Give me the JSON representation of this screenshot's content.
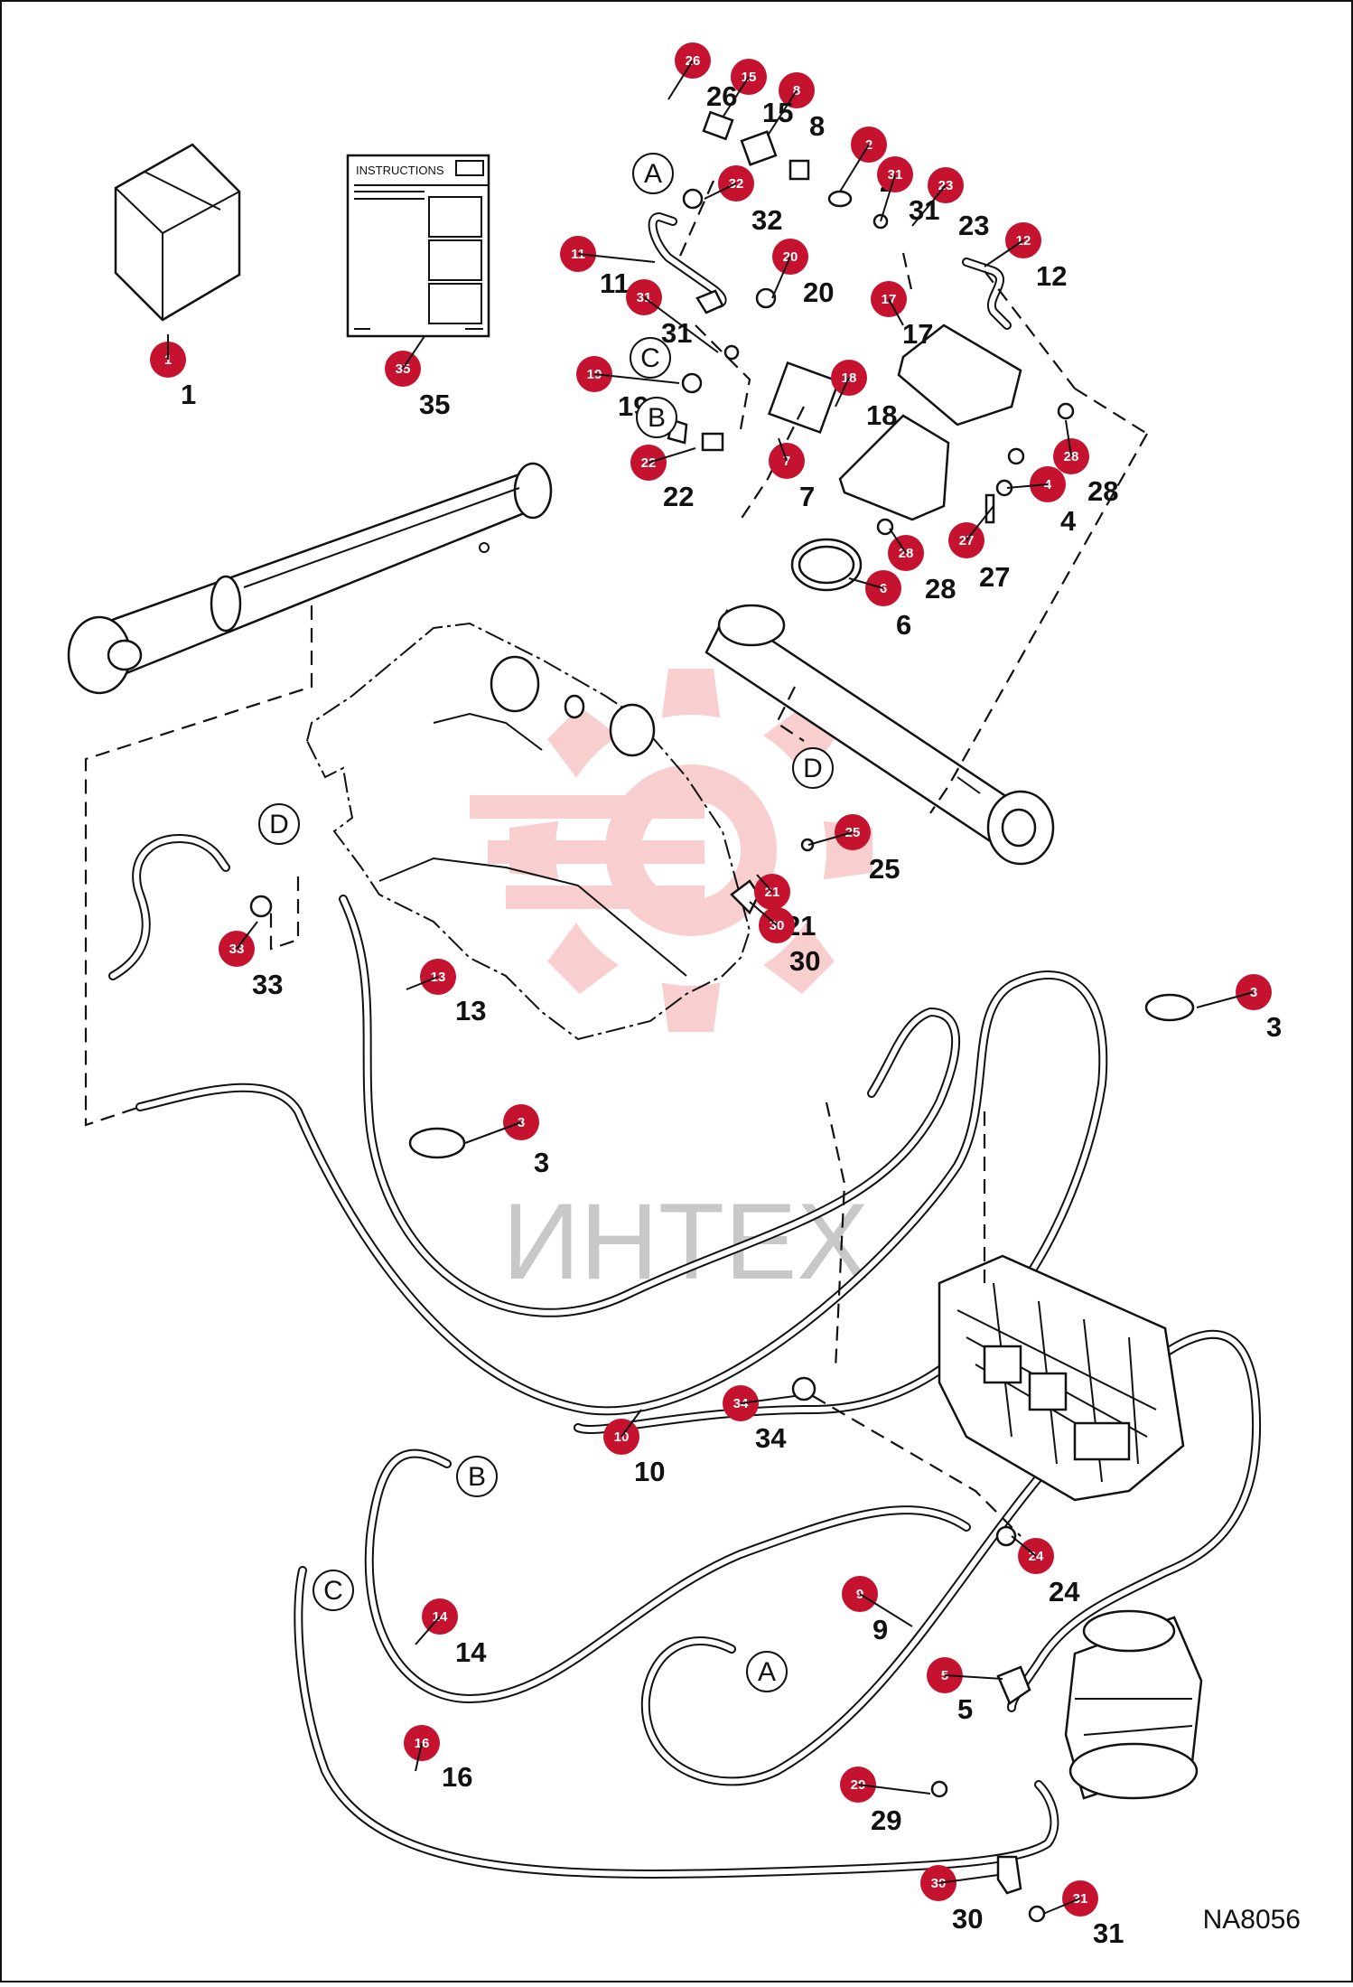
{
  "diagram_code": "NA8056",
  "watermark_text": "ИНТЕХ",
  "instructions_label": "INSTRUCTIONS",
  "colors": {
    "callout": "#c4122f",
    "outline": "#111111",
    "watermark": "#f08080"
  },
  "callouts": [
    {
      "n": "1"
    },
    {
      "n": "2"
    },
    {
      "n": "3"
    },
    {
      "n": "3"
    },
    {
      "n": "3"
    },
    {
      "n": "4"
    },
    {
      "n": "5"
    },
    {
      "n": "6"
    },
    {
      "n": "7"
    },
    {
      "n": "8"
    },
    {
      "n": "9"
    },
    {
      "n": "10"
    },
    {
      "n": "11"
    },
    {
      "n": "12"
    },
    {
      "n": "13"
    },
    {
      "n": "14"
    },
    {
      "n": "15"
    },
    {
      "n": "16"
    },
    {
      "n": "17"
    },
    {
      "n": "18"
    },
    {
      "n": "19"
    },
    {
      "n": "20"
    },
    {
      "n": "21"
    },
    {
      "n": "22"
    },
    {
      "n": "23"
    },
    {
      "n": "24"
    },
    {
      "n": "25"
    },
    {
      "n": "26"
    },
    {
      "n": "27"
    },
    {
      "n": "28"
    },
    {
      "n": "28"
    },
    {
      "n": "29"
    },
    {
      "n": "30"
    },
    {
      "n": "30"
    },
    {
      "n": "31"
    },
    {
      "n": "31"
    },
    {
      "n": "31"
    },
    {
      "n": "32"
    },
    {
      "n": "33"
    },
    {
      "n": "34"
    },
    {
      "n": "35"
    }
  ],
  "connection_refs": [
    {
      "letter": "A"
    },
    {
      "letter": "A"
    },
    {
      "letter": "B"
    },
    {
      "letter": "B"
    },
    {
      "letter": "C"
    },
    {
      "letter": "C"
    },
    {
      "letter": "D"
    },
    {
      "letter": "D"
    }
  ]
}
